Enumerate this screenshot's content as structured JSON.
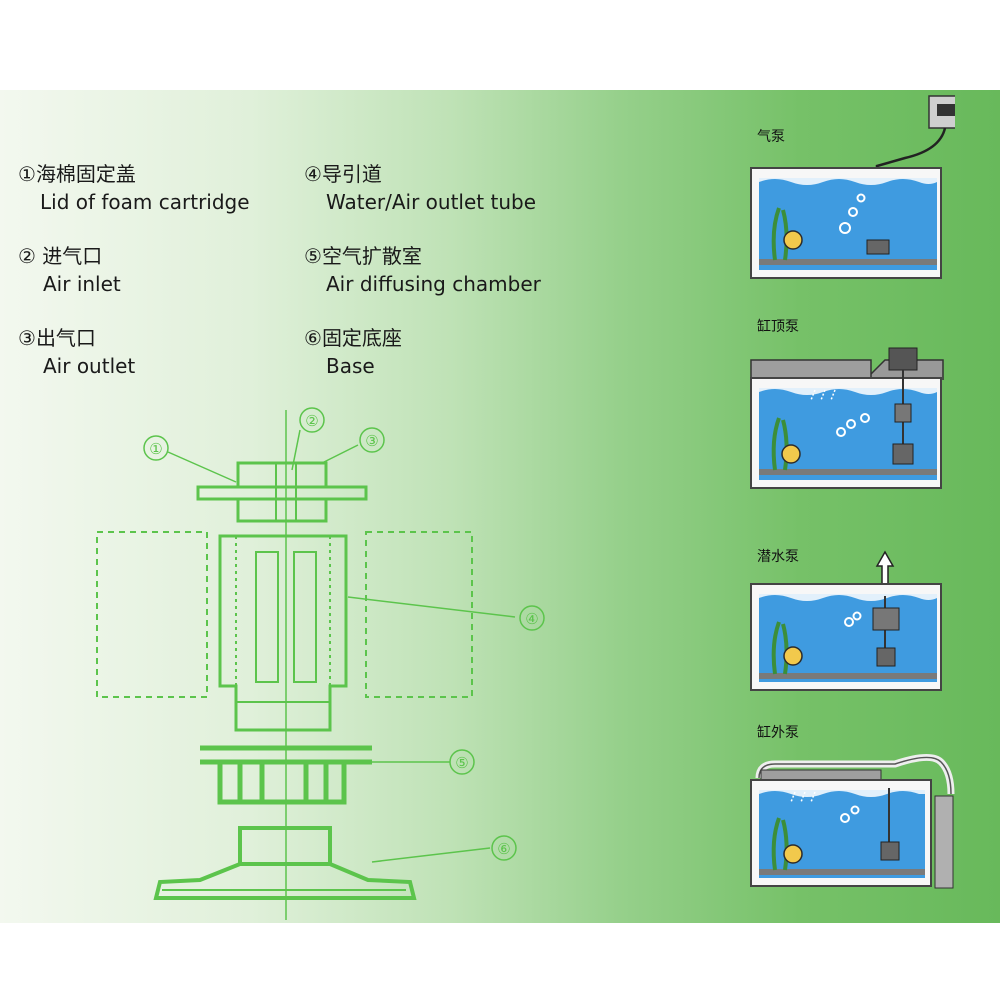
{
  "legend": [
    {
      "num": "①",
      "zh": "海棉固定盖",
      "en": "Lid of foam cartridge"
    },
    {
      "num": "②",
      "zh": " 进气口",
      "en": "Air inlet"
    },
    {
      "num": "③",
      "zh": "出气口",
      "en": "Air outlet"
    },
    {
      "num": "④",
      "zh": "导引道",
      "en": "Water/Air outlet tube"
    },
    {
      "num": "⑤",
      "zh": "空气扩散室",
      "en": "Air diffusing chamber"
    },
    {
      "num": "⑥",
      "zh": "固定底座",
      "en": "Base"
    }
  ],
  "callouts": [
    "①",
    "②",
    "③",
    "④",
    "⑤",
    "⑥"
  ],
  "pumps": [
    {
      "label": "气泵",
      "type": "air-pump"
    },
    {
      "label": "缸顶泵",
      "type": "top-pump"
    },
    {
      "label": "潜水泵",
      "type": "submersible-pump"
    },
    {
      "label": "缸外泵",
      "type": "external-pump"
    }
  ],
  "colors": {
    "diagram_green": "#5cc44c",
    "water_blue": "#3f9be0",
    "background_green": "#7cc46e"
  }
}
